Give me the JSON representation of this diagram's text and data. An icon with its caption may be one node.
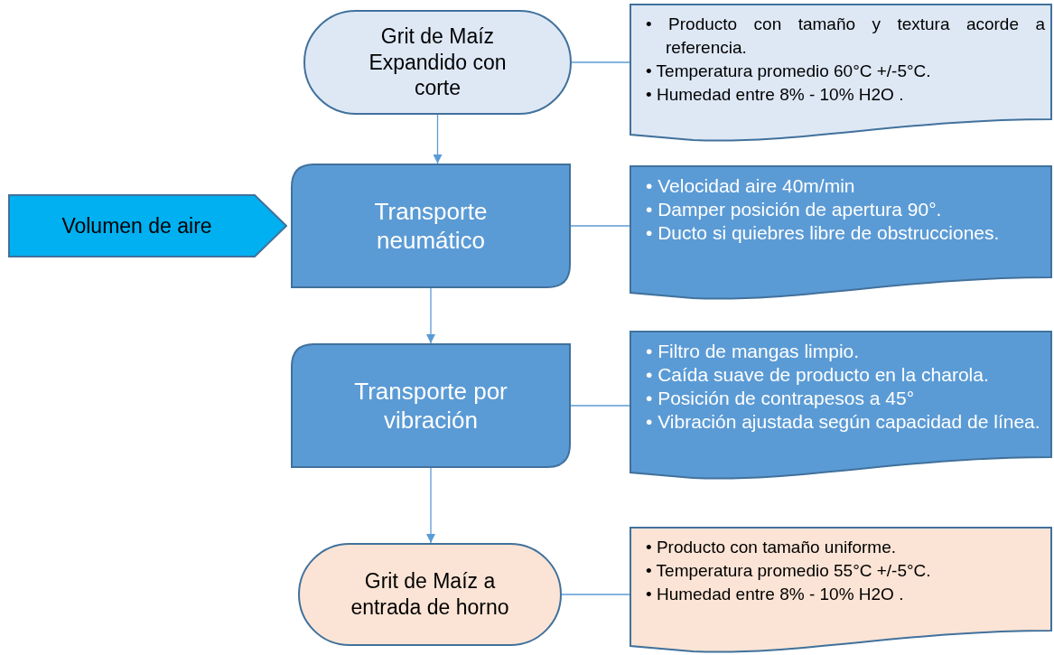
{
  "diagram": {
    "nodes": [
      {
        "text": [
          "Grit de Maíz Expandido con corte"
        ]
      },
      {
        "text": [
          "• Producto con tamaño y textura acorde a referencia.",
          "• Temperatura promedio 60°C +/-5°C.",
          "• Humedad entre 8% - 10% H2O ."
        ]
      },
      {
        "text": [
          "Volumen de aire"
        ]
      },
      {
        "text": [
          "Transporte neumático"
        ]
      },
      {
        "text": [
          "• Velocidad aire 40m/min",
          "• Damper posición de apertura 90°.",
          "• Ducto si quiebres libre de obstrucciones."
        ]
      },
      {
        "text": [
          "Transporte por vibración"
        ]
      },
      {
        "text": [
          "• Filtro de mangas limpio.",
          "• Caída suave de producto en la charola.",
          "• Posición de contrapesos a 45°",
          "• Vibración ajustada según capacidad de línea."
        ]
      },
      {
        "text": [
          "Grit de Maíz a entrada de horno"
        ]
      },
      {
        "text": [
          "• Producto con tamaño uniforme.",
          "• Temperatura promedio 55°C +/-5°C.",
          "• Humedad entre 8% - 10% H2O ."
        ]
      }
    ],
    "edges": [
      {
        "from": 0,
        "to": 1,
        "arrow": "none"
      },
      {
        "from": 0,
        "to": 3,
        "arrow": "to"
      },
      {
        "from": 3,
        "to": 4,
        "arrow": "none"
      },
      {
        "from": 3,
        "to": 5,
        "arrow": "to"
      },
      {
        "from": 5,
        "to": 6,
        "arrow": "none"
      },
      {
        "from": 5,
        "to": 7,
        "arrow": "to"
      },
      {
        "from": 7,
        "to": 8,
        "arrow": "none"
      }
    ]
  }
}
